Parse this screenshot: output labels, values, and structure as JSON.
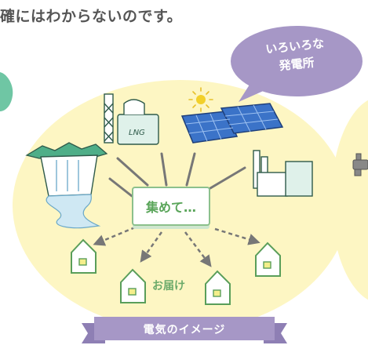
{
  "header_text": "確にはわからないのです。",
  "bubble": {
    "line1": "いろいろな",
    "line2": "発電所"
  },
  "hub_label": "集めて…",
  "delivery_label": "お届け",
  "ribbon_label": "電気のイメージ",
  "colors": {
    "cream": "#fdf6c3",
    "purple": "#a697c6",
    "green": "#8cc08c",
    "teal": "#6fc6a4",
    "blue_panel": "#3b73c8",
    "arrow_gray": "#777777"
  },
  "icons": [
    "mint-shape-icon",
    "speech-bubble-icon",
    "lng-plant-icon",
    "sun-icon",
    "solar-panel-icon",
    "factory-icon",
    "dam-icon",
    "house-icon",
    "faucet-icon"
  ]
}
